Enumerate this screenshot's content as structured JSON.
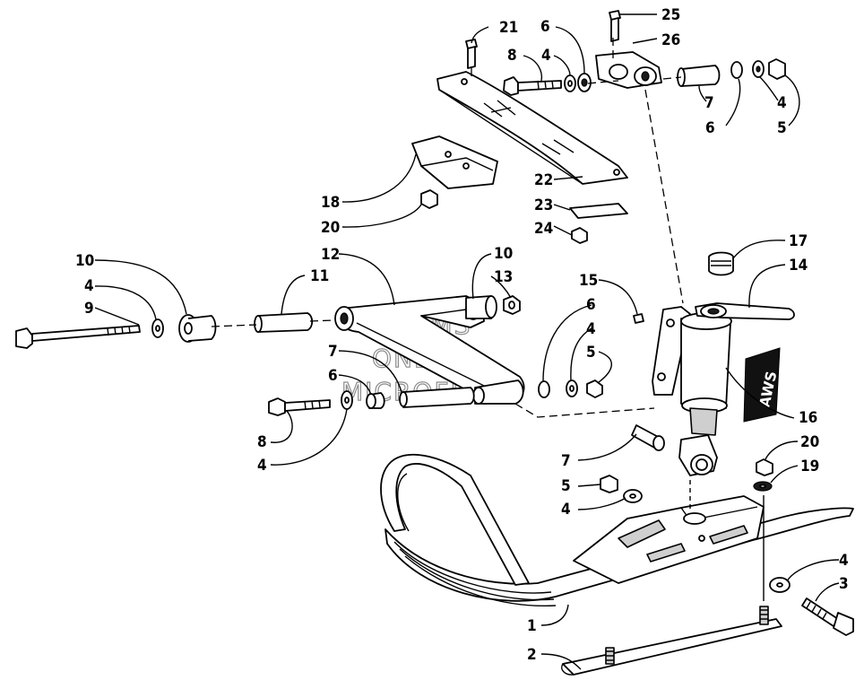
{
  "watermark": {
    "line1": "HLSMS",
    "line2": "ONLINE",
    "line3": "MICROFICHE"
  },
  "logo": {
    "text": "AWS"
  },
  "callouts": {
    "c1": "1",
    "c2": "2",
    "c3": "3",
    "c4a": "4",
    "c4b": "4",
    "c4c": "4",
    "c4d": "4",
    "c4e": "4",
    "c4f": "4",
    "c4g": "4",
    "c5a": "5",
    "c5b": "5",
    "c5c": "5",
    "c6a": "6",
    "c6b": "6",
    "c6c": "6",
    "c6d": "6",
    "c7a": "7",
    "c7b": "7",
    "c7c": "7",
    "c8a": "8",
    "c8b": "8",
    "c9": "9",
    "c10a": "10",
    "c10b": "10",
    "c11": "11",
    "c12": "12",
    "c13": "13",
    "c14": "14",
    "c15": "15",
    "c16": "16",
    "c17": "17",
    "c18": "18",
    "c19": "19",
    "c20a": "20",
    "c20b": "20",
    "c21": "21",
    "c22": "22",
    "c23": "23",
    "c24": "24",
    "c25": "25",
    "c26": "26"
  }
}
